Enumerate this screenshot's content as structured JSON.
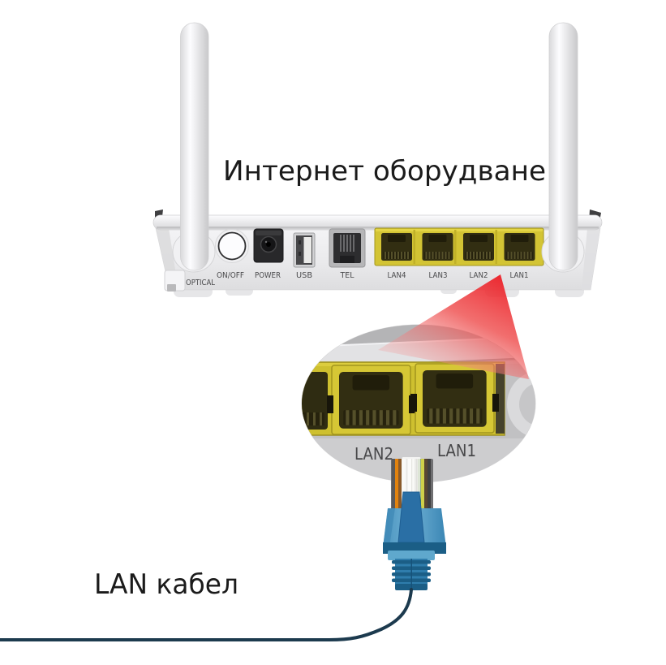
{
  "title": "Интернет оборудване",
  "cable_label": "LAN кабел",
  "router": {
    "labels": {
      "optical": "OPTICAL",
      "onoff": "ON/OFF",
      "power": "POWER",
      "usb": "USB",
      "tel": "TEL",
      "lan4": "LAN4",
      "lan3": "LAN3",
      "lan2": "LAN2",
      "lan1": "LAN1"
    }
  },
  "magnifier": {
    "lan2": "LAN2",
    "lan1": "LAN1"
  },
  "colors": {
    "lan_port_yellow": "#d3c434",
    "callout_red": "#ec2028",
    "connector_blue": "#2d7cab",
    "cable_navy": "#1c3a4e",
    "router_gray": "#ececee"
  }
}
